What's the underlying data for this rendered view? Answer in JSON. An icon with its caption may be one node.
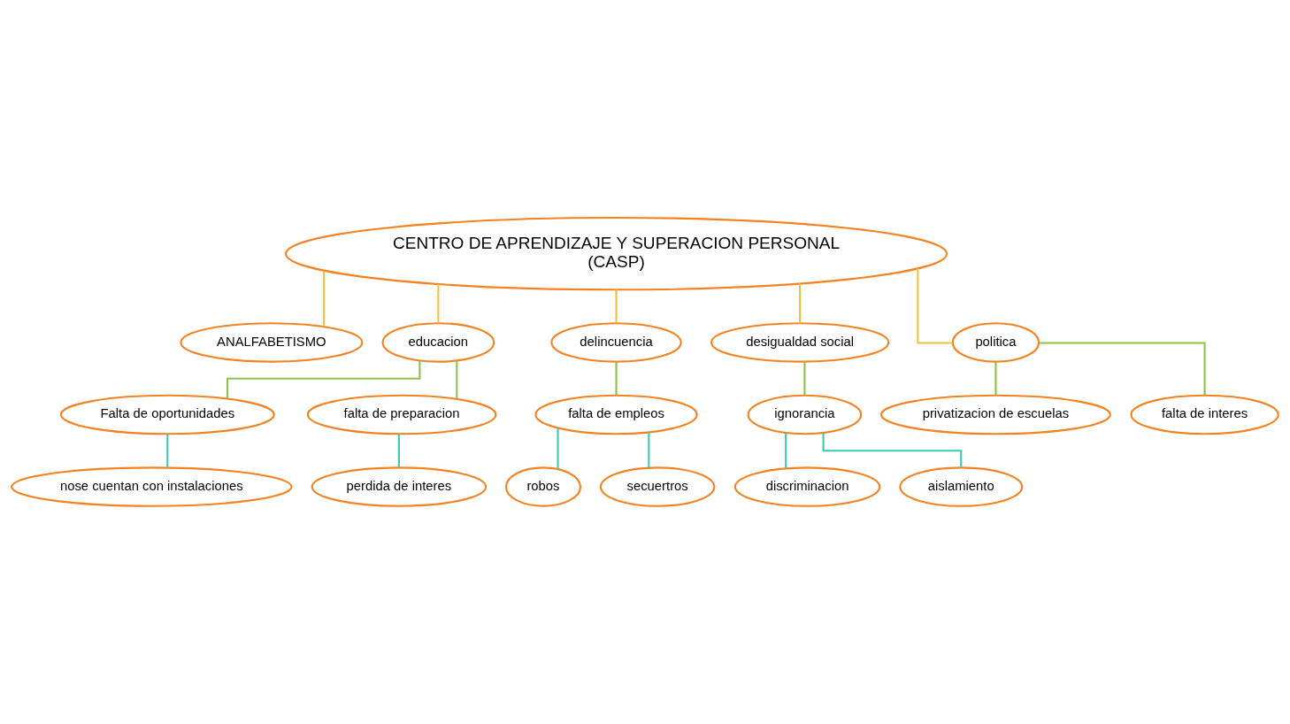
{
  "diagram": {
    "nodes": [
      {
        "text": [
          "CENTRO DE APRENDIZAJE Y SUPERACION PERSONAL",
          "(CASP)"
        ]
      },
      {
        "text": [
          "ANALFABETISMO"
        ]
      },
      {
        "text": [
          "educacion"
        ]
      },
      {
        "text": [
          "delincuencia"
        ]
      },
      {
        "text": [
          "desigualdad social"
        ]
      },
      {
        "text": [
          "politica"
        ]
      },
      {
        "text": [
          "Falta de oportunidades"
        ]
      },
      {
        "text": [
          "falta de preparacion"
        ]
      },
      {
        "text": [
          "falta de empleos"
        ]
      },
      {
        "text": [
          "ignorancia"
        ]
      },
      {
        "text": [
          "privatizacion de escuelas"
        ]
      },
      {
        "text": [
          "nose cuentan con instalaciones"
        ]
      },
      {
        "text": [
          "perdida de interes"
        ]
      },
      {
        "text": [
          "robos"
        ]
      },
      {
        "text": [
          "secuertros"
        ]
      },
      {
        "text": [
          "discriminacion"
        ]
      },
      {
        "text": [
          "falta de interes"
        ]
      },
      {
        "text": [
          "aislamiento"
        ]
      }
    ],
    "edges": [
      {
        "from": 0,
        "to": 1,
        "arrow": "none",
        "color": "#f0c040"
      },
      {
        "from": 0,
        "to": 2,
        "arrow": "none",
        "color": "#f0c040"
      },
      {
        "from": 0,
        "to": 3,
        "arrow": "none",
        "color": "#f0c040"
      },
      {
        "from": 0,
        "to": 4,
        "arrow": "none",
        "color": "#f0c040"
      },
      {
        "from": 0,
        "to": 5,
        "arrow": "none",
        "color": "#f0c040"
      },
      {
        "from": 2,
        "to": 6,
        "arrow": "none",
        "color": "#8bc34a"
      },
      {
        "from": 2,
        "to": 7,
        "arrow": "none",
        "color": "#8bc34a"
      },
      {
        "from": 3,
        "to": 8,
        "arrow": "none",
        "color": "#8bc34a"
      },
      {
        "from": 4,
        "to": 9,
        "arrow": "none",
        "color": "#8bc34a"
      },
      {
        "from": 5,
        "to": 10,
        "arrow": "none",
        "color": "#8bc34a"
      },
      {
        "from": 5,
        "to": 16,
        "arrow": "none",
        "color": "#8bc34a"
      },
      {
        "from": 6,
        "to": 11,
        "arrow": "none",
        "color": "#3cc8b4"
      },
      {
        "from": 7,
        "to": 12,
        "arrow": "none",
        "color": "#3cc8b4"
      },
      {
        "from": 8,
        "to": 13,
        "arrow": "none",
        "color": "#3cc8b4"
      },
      {
        "from": 8,
        "to": 14,
        "arrow": "none",
        "color": "#3cc8b4"
      },
      {
        "from": 9,
        "to": 15,
        "arrow": "none",
        "color": "#3cc8b4"
      },
      {
        "from": 9,
        "to": 17,
        "arrow": "none",
        "color": "#3cc8b4"
      }
    ]
  }
}
